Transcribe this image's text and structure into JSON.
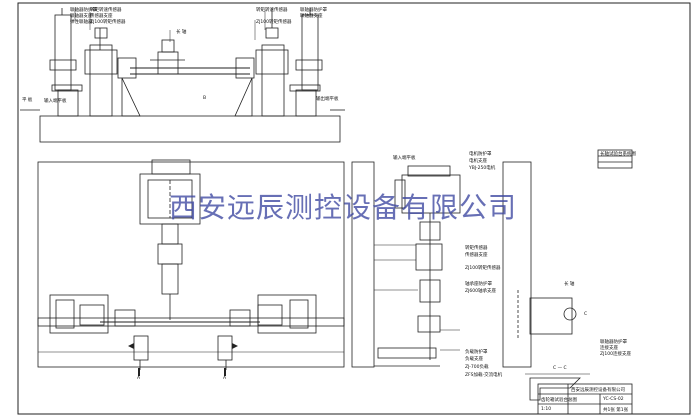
{
  "watermark": "西安远辰测控设备有限公司",
  "labels": {
    "shaft_top": "长 轴",
    "left_top_group": [
      "联轴器防护罩",
      "联轴器支座",
      "弹性联轴器"
    ],
    "left_top_group2": [
      "转矩转速传感器",
      "传感器支座",
      "ZJ100转矩传感器"
    ],
    "right_top_group": [
      "转矩转速传感器",
      "ZJ100转矩传感器"
    ],
    "right_top_group2": [
      "联轴器防护罩",
      "联轴器支座"
    ],
    "input_platform": "输入端平板",
    "output_platform": "输出端平板",
    "left_edge": "平 板",
    "dim_b": "B",
    "side_top": "输入端平板",
    "motor_group": [
      "电机防护罩",
      "电机支座",
      "YBJ-250电机"
    ],
    "mid_group1": [
      "转矩传感器",
      "传感器支座",
      "ZJ100转矩传感器"
    ],
    "mid_group2": [
      "轴承座防护罩",
      "ZJ600轴承支座"
    ],
    "bottom_group": [
      "负载防护罩",
      "负载支座",
      "ZJ-700负载",
      "ZFS加载-交流电机"
    ],
    "right_small": "长 轴",
    "c_label": "C",
    "right_box_group": [
      "联轴器防护罩",
      "连接支座",
      "ZJ100连接支座"
    ],
    "section_a_left": "A",
    "section_a_right": "A",
    "c_view": "C — C",
    "title_company": "西安远辰测控设备有限公司",
    "title_drawing": "齿轮箱试验台总图",
    "title_code": "YC-CS-02",
    "title_scale": "1:10",
    "title_sheet": "共1张 第1张",
    "title_caption": "长轴试验台系统图"
  }
}
